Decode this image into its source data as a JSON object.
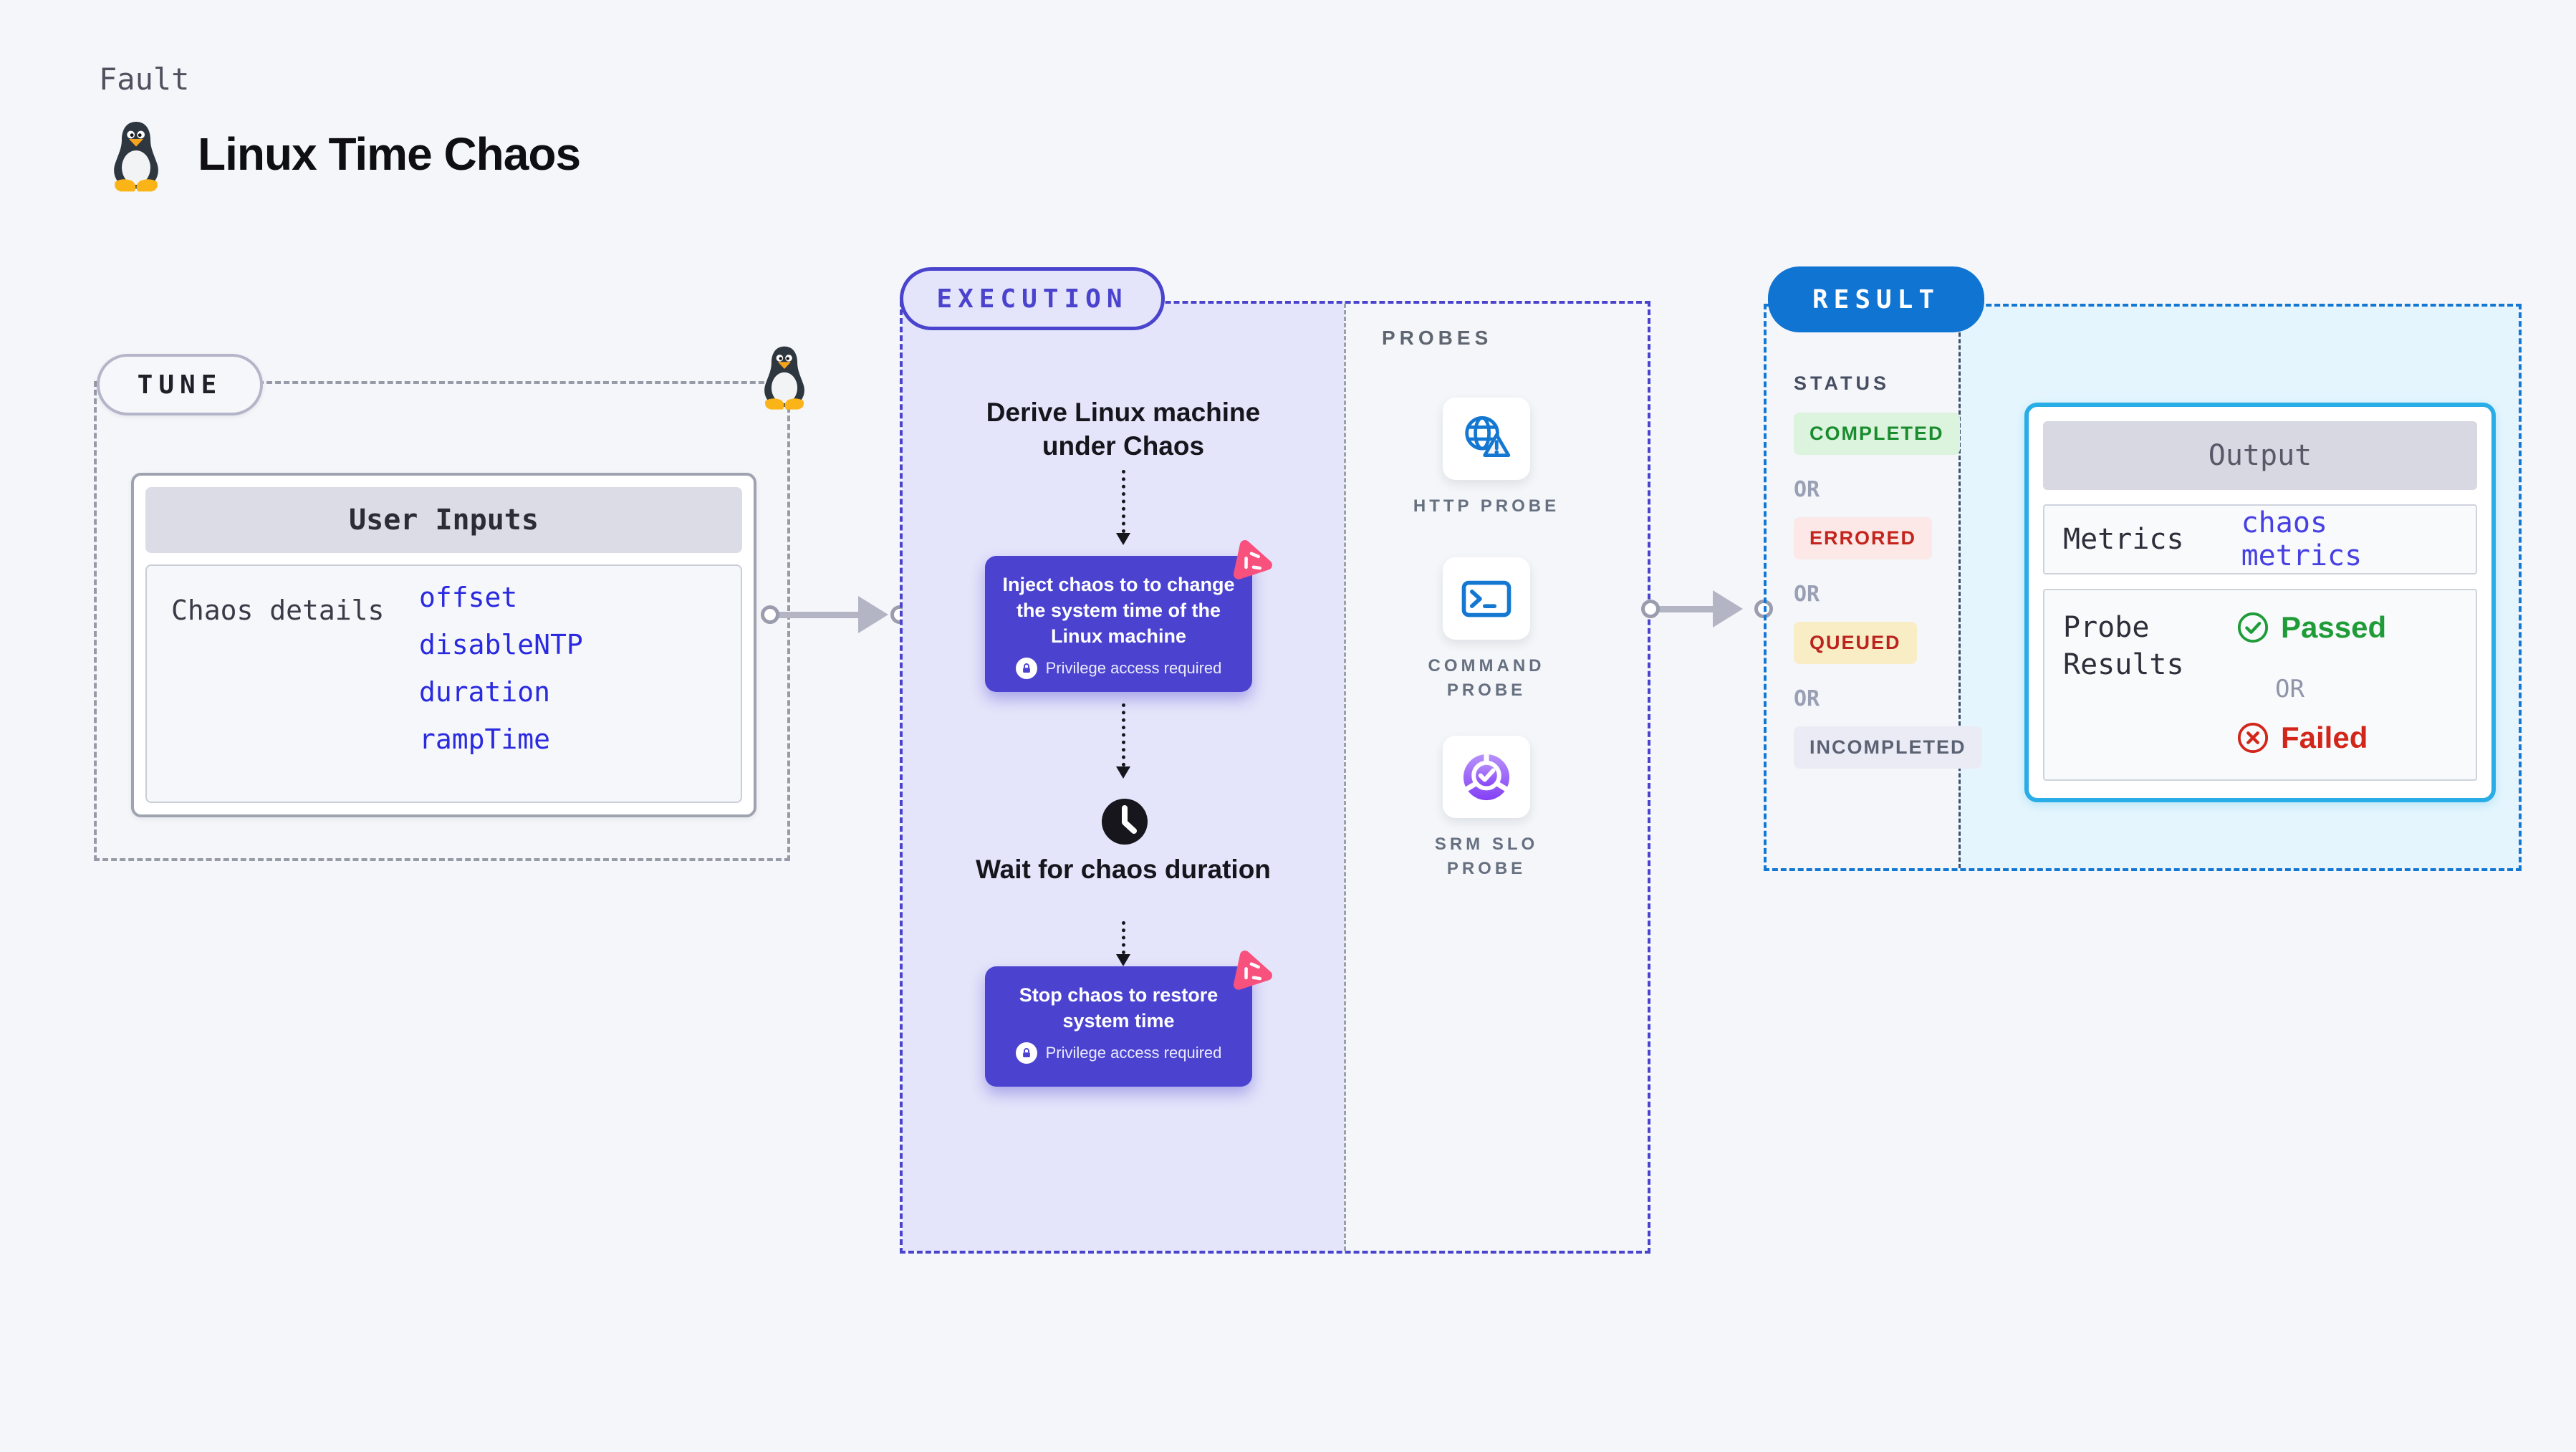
{
  "page": {
    "kicker": "Fault",
    "title": "Linux Time Chaos"
  },
  "tune": {
    "pill": "TUNE",
    "card_title": "User Inputs",
    "row_label": "Chaos details",
    "inputs": [
      "offset",
      "disableNTP",
      "duration",
      "rampTime"
    ]
  },
  "execution": {
    "pill": "EXECUTION",
    "step_derive": "Derive Linux machine under Chaos",
    "step_inject": "Inject chaos to to change the system time of the Linux machine",
    "privilege_note": "Privilege access required",
    "step_wait": "Wait for chaos duration",
    "step_stop": "Stop chaos to restore system time"
  },
  "probes": {
    "label": "PROBES",
    "items": [
      {
        "label": "HTTP PROBE",
        "icon": "globe-alert-icon"
      },
      {
        "label": "COMMAND PROBE",
        "icon": "terminal-icon"
      },
      {
        "label": "SRM SLO PROBE",
        "icon": "slo-pie-chart-icon"
      }
    ]
  },
  "result": {
    "pill": "RESULT",
    "status_label": "STATUS",
    "or_label": "OR",
    "statuses": [
      "COMPLETED",
      "ERRORED",
      "QUEUED",
      "INCOMPLETED"
    ],
    "output": {
      "title": "Output",
      "metrics_label": "Metrics",
      "metrics_value": "chaos metrics",
      "probe_results_label": "Probe Results",
      "passed": "Passed",
      "or": "OR",
      "failed": "Failed"
    }
  },
  "colors": {
    "page_bg": "#f4f6f9",
    "execution_accent": "#4a43cd",
    "execution_fill": "#e4e4fa",
    "step_box": "#4b43d0",
    "chaos_pink": "#f8517e",
    "result_blue": "#1074d3",
    "output_border": "#29ade6",
    "output_fill": "#e4f5fd",
    "probe_icon_blue": "#1478d2",
    "link_blue": "#2a2ae0",
    "completed_green": "#1a8c2e",
    "errored_red": "#c3241b",
    "queued_amber_bg": "#f9edc6",
    "passed_green": "#1f9c38",
    "failed_red": "#d3261a"
  }
}
